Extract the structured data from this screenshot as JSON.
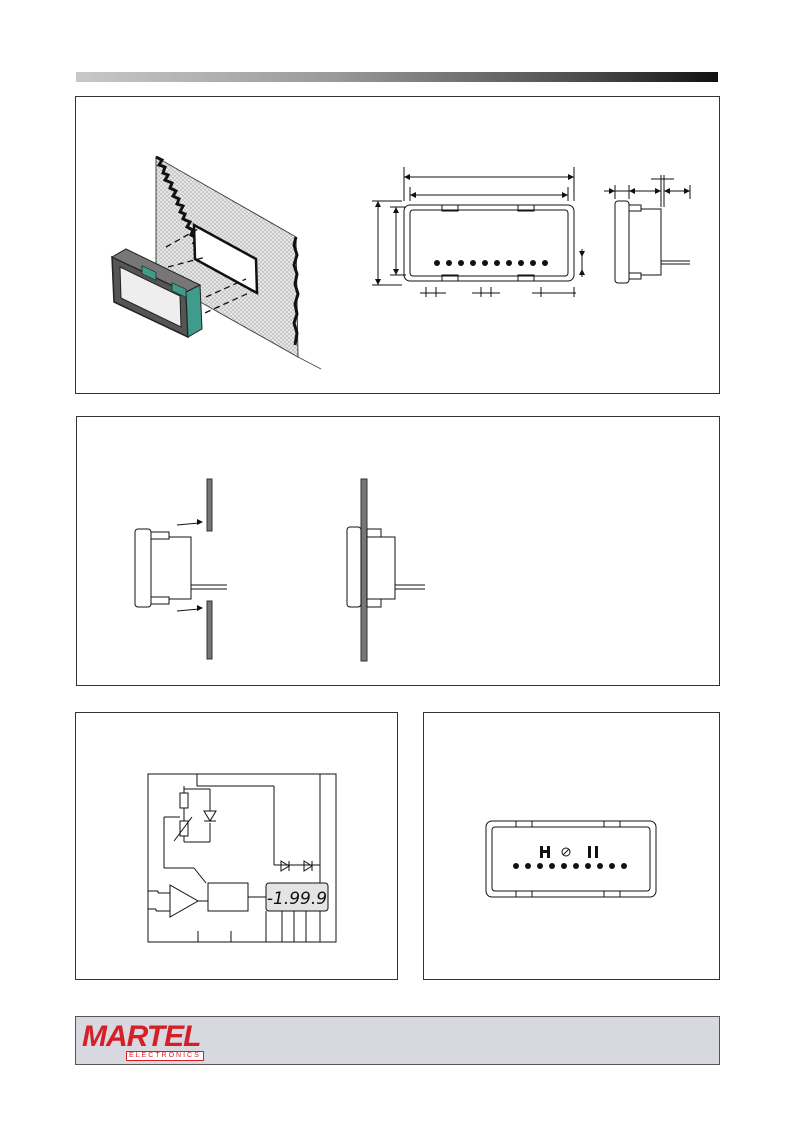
{
  "brand": {
    "logo_main": "MARTEL",
    "logo_sub": "ELECTRONICS",
    "colors": {
      "logo": "#d51f26",
      "footer_bg": "#d8d8e0"
    }
  },
  "block_diagram": {
    "display_reading": "-1.99.9"
  }
}
